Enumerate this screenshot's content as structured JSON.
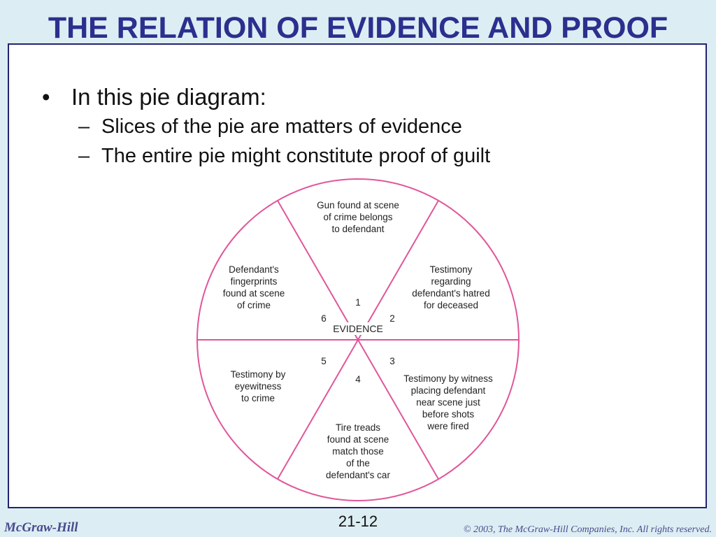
{
  "title": "THE RELATION OF EVIDENCE AND PROOF",
  "bullets": {
    "main": "In this pie diagram:",
    "sub": [
      "Slices of the pie are matters of evidence",
      "The entire pie might constitute proof of guilt"
    ]
  },
  "diagram": {
    "center_label": "EVIDENCE",
    "slices": [
      {
        "number": "1",
        "lines": [
          "Gun found at scene",
          "of crime belongs",
          "to defendant"
        ]
      },
      {
        "number": "2",
        "lines": [
          "Testimony",
          "regarding",
          "defendant's hatred",
          "for deceased"
        ]
      },
      {
        "number": "3",
        "lines": [
          "Testimony by witness",
          "placing defendant",
          "near scene just",
          "before shots",
          "were fired"
        ]
      },
      {
        "number": "4",
        "lines": [
          "Tire treads",
          "found at scene",
          "match those",
          "of the",
          "defendant's car"
        ]
      },
      {
        "number": "5",
        "lines": [
          "Testimony by",
          "eyewitness",
          "to crime"
        ]
      },
      {
        "number": "6",
        "lines": [
          "Defendant's",
          "fingerprints",
          "found at scene",
          "of crime"
        ]
      }
    ],
    "colors": {
      "line": "#e0569a",
      "text": "#222222"
    }
  },
  "footer": {
    "publisher": "McGraw-Hill",
    "page": "21-12",
    "copyright": "© 2003, The McGraw-Hill Companies, Inc. All rights reserved."
  }
}
